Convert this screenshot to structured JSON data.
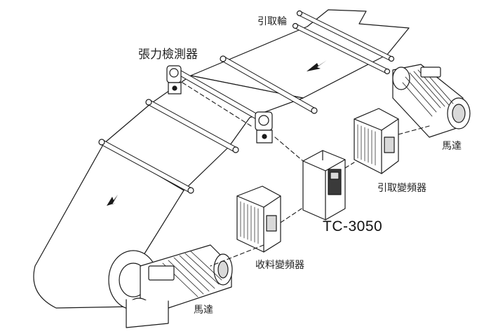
{
  "labels": {
    "pull_roller": "引取輪",
    "tension_detector": "張力檢測器",
    "motor_top": "馬達",
    "pull_inverter": "引取變頻器",
    "controller_model": "TC-3050",
    "winding_inverter": "收料變頻器",
    "motor_bottom": "馬達"
  },
  "colors": {
    "stroke": "#1a1a1a",
    "paper": "#ffffff",
    "shade": "#d9d9d9",
    "dark": "#3a3a3a"
  }
}
